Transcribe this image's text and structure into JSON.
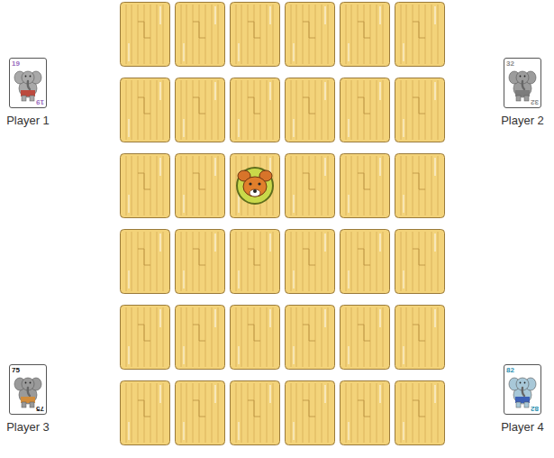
{
  "diagram": {
    "nodes": [
      {
        "text": [
          "19",
          "19",
          "Player 1"
        ]
      },
      {
        "text": [
          "32",
          "32",
          "Player 2"
        ]
      },
      {
        "text": [
          "75",
          "75",
          "Player 3"
        ]
      },
      {
        "text": [
          "82",
          "82",
          "Player 4"
        ]
      }
    ]
  }
}
